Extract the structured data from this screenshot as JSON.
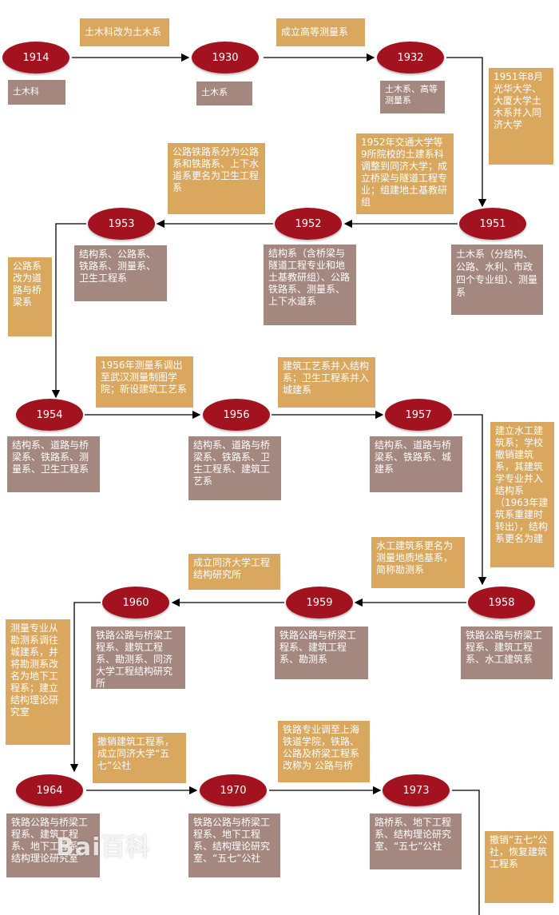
{
  "nodes": [
    {
      "year": "1914",
      "box": "土木科",
      "note": "土木科改为土木系"
    },
    {
      "year": "1930",
      "box": "土木系",
      "note": "成立高等测量系"
    },
    {
      "year": "1932",
      "box": "土木系、高等测量系",
      "note": "1951年8月光华大学、大厦大学土木系并入同济大学"
    },
    {
      "year": "1951",
      "box": "土木系（分结构、公路、水利、市政四个专业组）、测量系",
      "note": "1952年交通大学等9所院校的土建系科调整到同济大学；成立桥梁与隧道工程专业；组建地土基教研组"
    },
    {
      "year": "1952",
      "box": "结构系（含桥梁与隧道工程专业和地土基教研组）、公路铁路系、测量系、上下水道系",
      "note": "公路铁路系分为公路系和铁路系、上下水道系更名为卫生工程系"
    },
    {
      "year": "1953",
      "box": "结构系、公路系、铁路系、测量系、卫生工程系",
      "note": "公路系改为道路与桥梁系"
    },
    {
      "year": "1954",
      "box": "结构系、道路与桥梁系、铁路系、测量系、卫生工程系",
      "note": "1956年测量系调出至武汉测量制图学院；新设建筑工艺系"
    },
    {
      "year": "1956",
      "box": "结构系、道路与桥梁系、铁路系、卫生工程系、建筑工艺系",
      "note": "建筑工艺系并入结构系；卫生工程系并入城建系"
    },
    {
      "year": "1957",
      "box": "结构系、道路与桥梁系、铁路系、城建系",
      "note": "建立水工建筑系；学校撤销建筑系，其建筑学专业并入结构系（1963年建筑系重建时转出），结构系更名为建"
    },
    {
      "year": "1958",
      "box": "铁路公路与桥梁工程系、建筑工程系、水工建筑系",
      "note": "水工建筑系更名为测量地质地基系，简称勘测系"
    },
    {
      "year": "1959",
      "box": "铁路公路与桥梁工程系、建筑工程系、勘测系",
      "note": "成立同济大学工程结构研究所"
    },
    {
      "year": "1960",
      "box": "铁路公路与桥梁工程系、建筑工程系、勘测系、同济大学工程结构研究所",
      "note": "测量专业从勘测系调往城建系，并将勘测系改名为地下工程系；建立结构理论研究室"
    },
    {
      "year": "1964",
      "box": "铁路公路与桥梁工程系、建筑工程系、地下工程系、结构理论研究室",
      "note": "撤销建筑工程系，成立同济大学“五七”公社"
    },
    {
      "year": "1970",
      "box": "铁路公路与桥梁工程系、地下工程系、结构理论研究室、“五七”公社",
      "note": "铁路专业调至上海铁道学院，铁路、公路及桥梁工程系改称为 公路与桥"
    },
    {
      "year": "1973",
      "box": "路桥系、地下工程系、结构理论研究室、“五七”公社",
      "note": "撤销“五七”公社，恢复建筑工程系"
    }
  ],
  "watermark": "Bai百科",
  "colors": {
    "year": "#a3131f",
    "note": "#d9a75e",
    "box": "#a4877f",
    "arrow": "#000000"
  }
}
